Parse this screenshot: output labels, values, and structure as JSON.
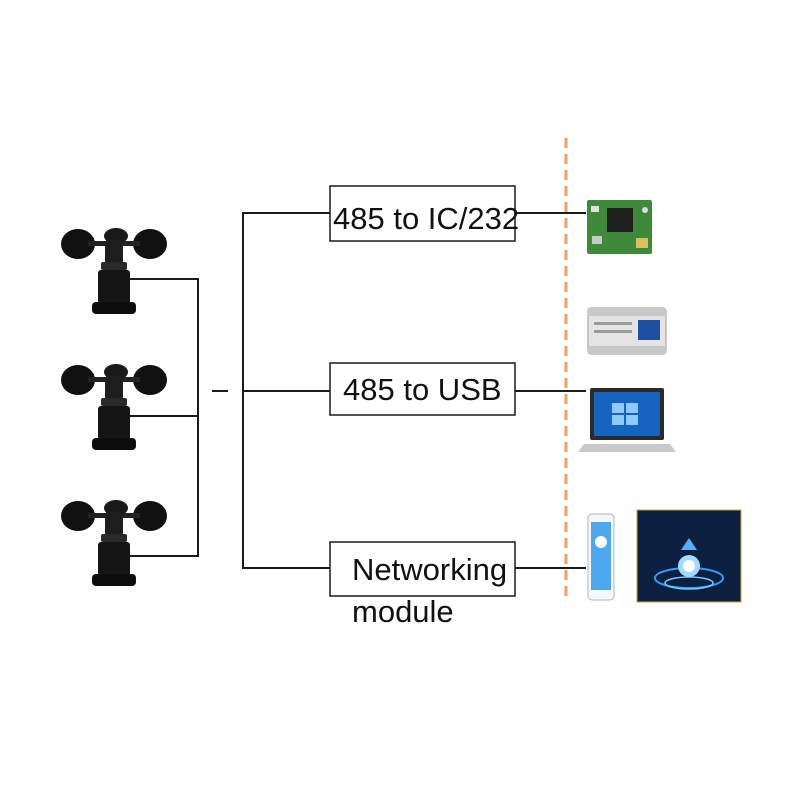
{
  "diagram": {
    "sensors": [
      {
        "icon": "anemometer-icon"
      },
      {
        "icon": "anemometer-icon"
      },
      {
        "icon": "anemometer-icon"
      }
    ],
    "converters": [
      {
        "lines": [
          "485 to IC/232"
        ]
      },
      {
        "lines": [
          "485 to USB"
        ]
      },
      {
        "lines": [
          "Networking",
          "module"
        ]
      }
    ],
    "devices": [
      {
        "icon": "circuit-board-icon"
      },
      {
        "icon": "plc-controller-icon"
      },
      {
        "icon": "laptop-icon"
      },
      {
        "icon": "smartphone-icon"
      },
      {
        "icon": "cloud-platform-icon"
      }
    ]
  },
  "colors": {
    "line": "#1a1a1a",
    "divider": "#f0a060",
    "board": "#3f8a3a",
    "cloud": "#0d1f3e"
  }
}
